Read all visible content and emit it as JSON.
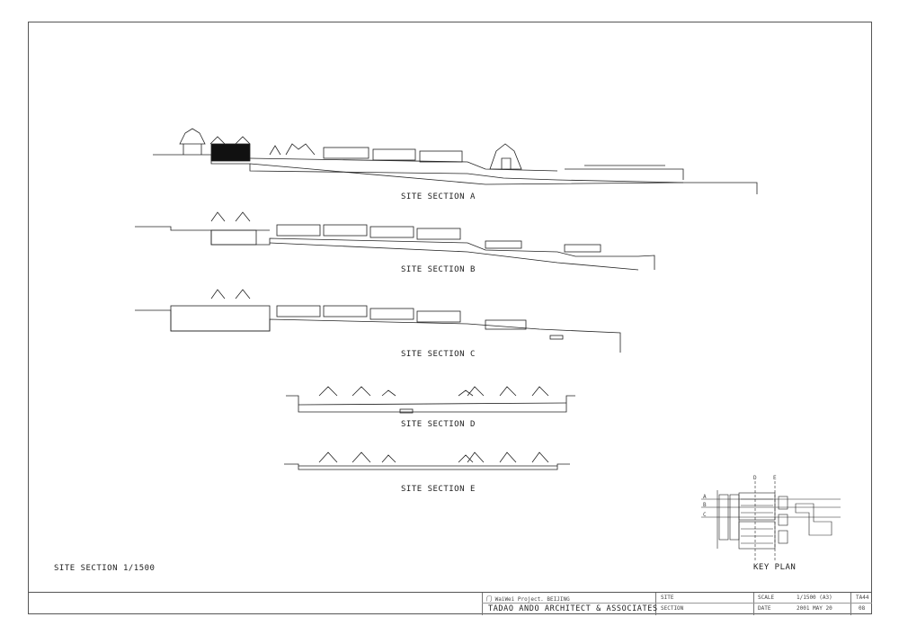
{
  "sections": [
    {
      "label": "SITE SECTION A"
    },
    {
      "label": "SITE SECTION B"
    },
    {
      "label": "SITE SECTION C"
    },
    {
      "label": "SITE SECTION D"
    },
    {
      "label": "SITE SECTION E"
    }
  ],
  "sheet_title": "SITE SECTION 1/1500",
  "key_plan": {
    "label": "KEY PLAN",
    "markers": [
      "D",
      "E",
      "A",
      "B",
      "C"
    ]
  },
  "title_block": {
    "project": "门 WaiWei Project. BEIJING",
    "firm": "TADAO ANDO ARCHITECT & ASSOCIATES",
    "drawing_label_1": "SITE",
    "drawing_label_2": "SECTION",
    "scale_label": "SCALE",
    "scale_value": "1/1500 (A3)",
    "date_label": "DATE",
    "date_value": "2001 MAY 20",
    "sheet_code": "TA44",
    "sheet_number": "08"
  }
}
